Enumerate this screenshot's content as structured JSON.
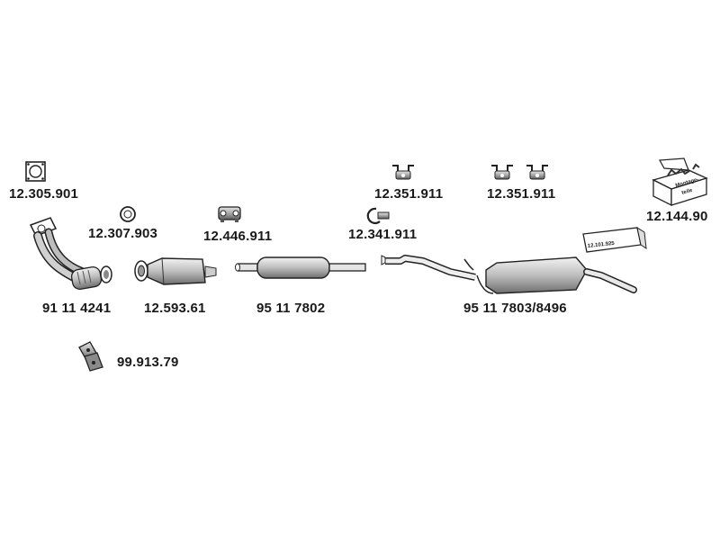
{
  "parts": [
    {
      "id": "p1",
      "label": "12.305.901",
      "icon": "gasket-square-icon"
    },
    {
      "id": "p2",
      "label": "12.307.903",
      "icon": "gasket-ring-icon"
    },
    {
      "id": "p3",
      "label": "12.446.911",
      "icon": "clamp-icon"
    },
    {
      "id": "p4",
      "label": "12.341.911",
      "icon": "pipe-clamp-icon"
    },
    {
      "id": "p5",
      "label": "12.351.911",
      "icon": "rubber-mount-icon"
    },
    {
      "id": "p6",
      "label": "12.351.911",
      "icon": "rubber-mount-pair-icon"
    },
    {
      "id": "p7",
      "label": "12.144.90",
      "icon": "mounting-kit-box-icon"
    },
    {
      "id": "p8",
      "label": "91 11 4241",
      "icon": "front-pipe-icon"
    },
    {
      "id": "p9",
      "label": "12.593.61",
      "icon": "catalytic-converter-icon"
    },
    {
      "id": "p10",
      "label": "95 11 7802",
      "icon": "middle-silencer-icon"
    },
    {
      "id": "p11",
      "label": "95 11 7803/8496",
      "icon": "rear-silencer-icon"
    },
    {
      "id": "p12",
      "label": "99.913.79",
      "icon": "bolt-set-icon"
    }
  ],
  "kit_box": {
    "top_text": "Montage-",
    "bottom_text": "teile"
  },
  "tag": {
    "text": "12.101.925"
  }
}
